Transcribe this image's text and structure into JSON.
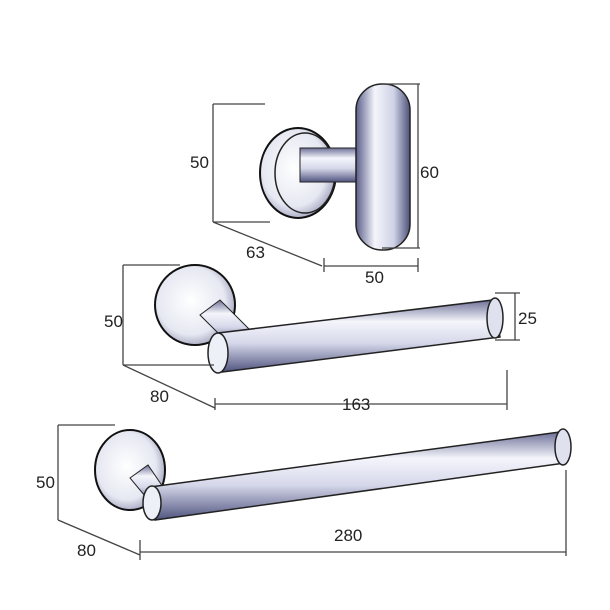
{
  "robe_hook": {
    "height": "50",
    "depth": "63",
    "width": "50",
    "length": "60"
  },
  "paper_holder": {
    "height": "50",
    "depth": "80",
    "length": "163",
    "bar_diameter": "25"
  },
  "towel_bar": {
    "height": "50",
    "depth": "80",
    "length": "280"
  },
  "colors": {
    "chrome_light": "#f2f4fa",
    "chrome_dark": "#5b5f8a",
    "line": "#444444"
  }
}
